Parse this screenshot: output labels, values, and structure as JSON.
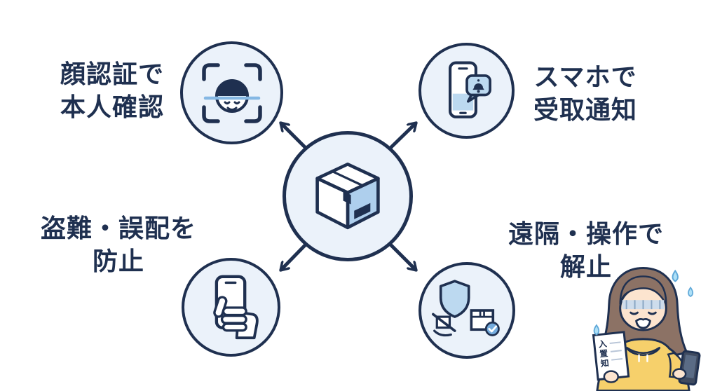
{
  "colors": {
    "background": "#ffffff",
    "navy": "#1f3050",
    "circle_fill": "#ebf2fa",
    "icon_blue": "#bcd9f0",
    "accent_blue": "#85b8e4",
    "check_blue": "#74abdd",
    "hoodie_yellow": "#f6d06b",
    "hair_brown": "#8c7265",
    "skin": "#fce4cf",
    "sweat_blue": "#aee0f7",
    "phone_dark": "#3f4a5f",
    "gloom": "#cddcec"
  },
  "center": {
    "icon": "package-box-icon"
  },
  "features": [
    {
      "id": "face-auth",
      "position": "top-left",
      "icon": "face-scan-icon",
      "lines": [
        "顔認証で",
        "本人確認"
      ]
    },
    {
      "id": "notify",
      "position": "top-right",
      "icon": "phone-notification-icon",
      "lines": [
        "スマホで",
        "受取通知"
      ]
    },
    {
      "id": "anti-theft",
      "position": "bottom-left",
      "icon": "hand-phone-icon",
      "lines": [
        "盗難・誤配を",
        "防止"
      ]
    },
    {
      "id": "remote-open",
      "position": "bottom-right",
      "icon": "shield-package-icon",
      "lines": [
        "遠隔・操作で",
        "解止"
      ]
    }
  ],
  "character": {
    "paper_text": "入置知",
    "paper_chars": [
      "入",
      "置",
      "知"
    ]
  }
}
